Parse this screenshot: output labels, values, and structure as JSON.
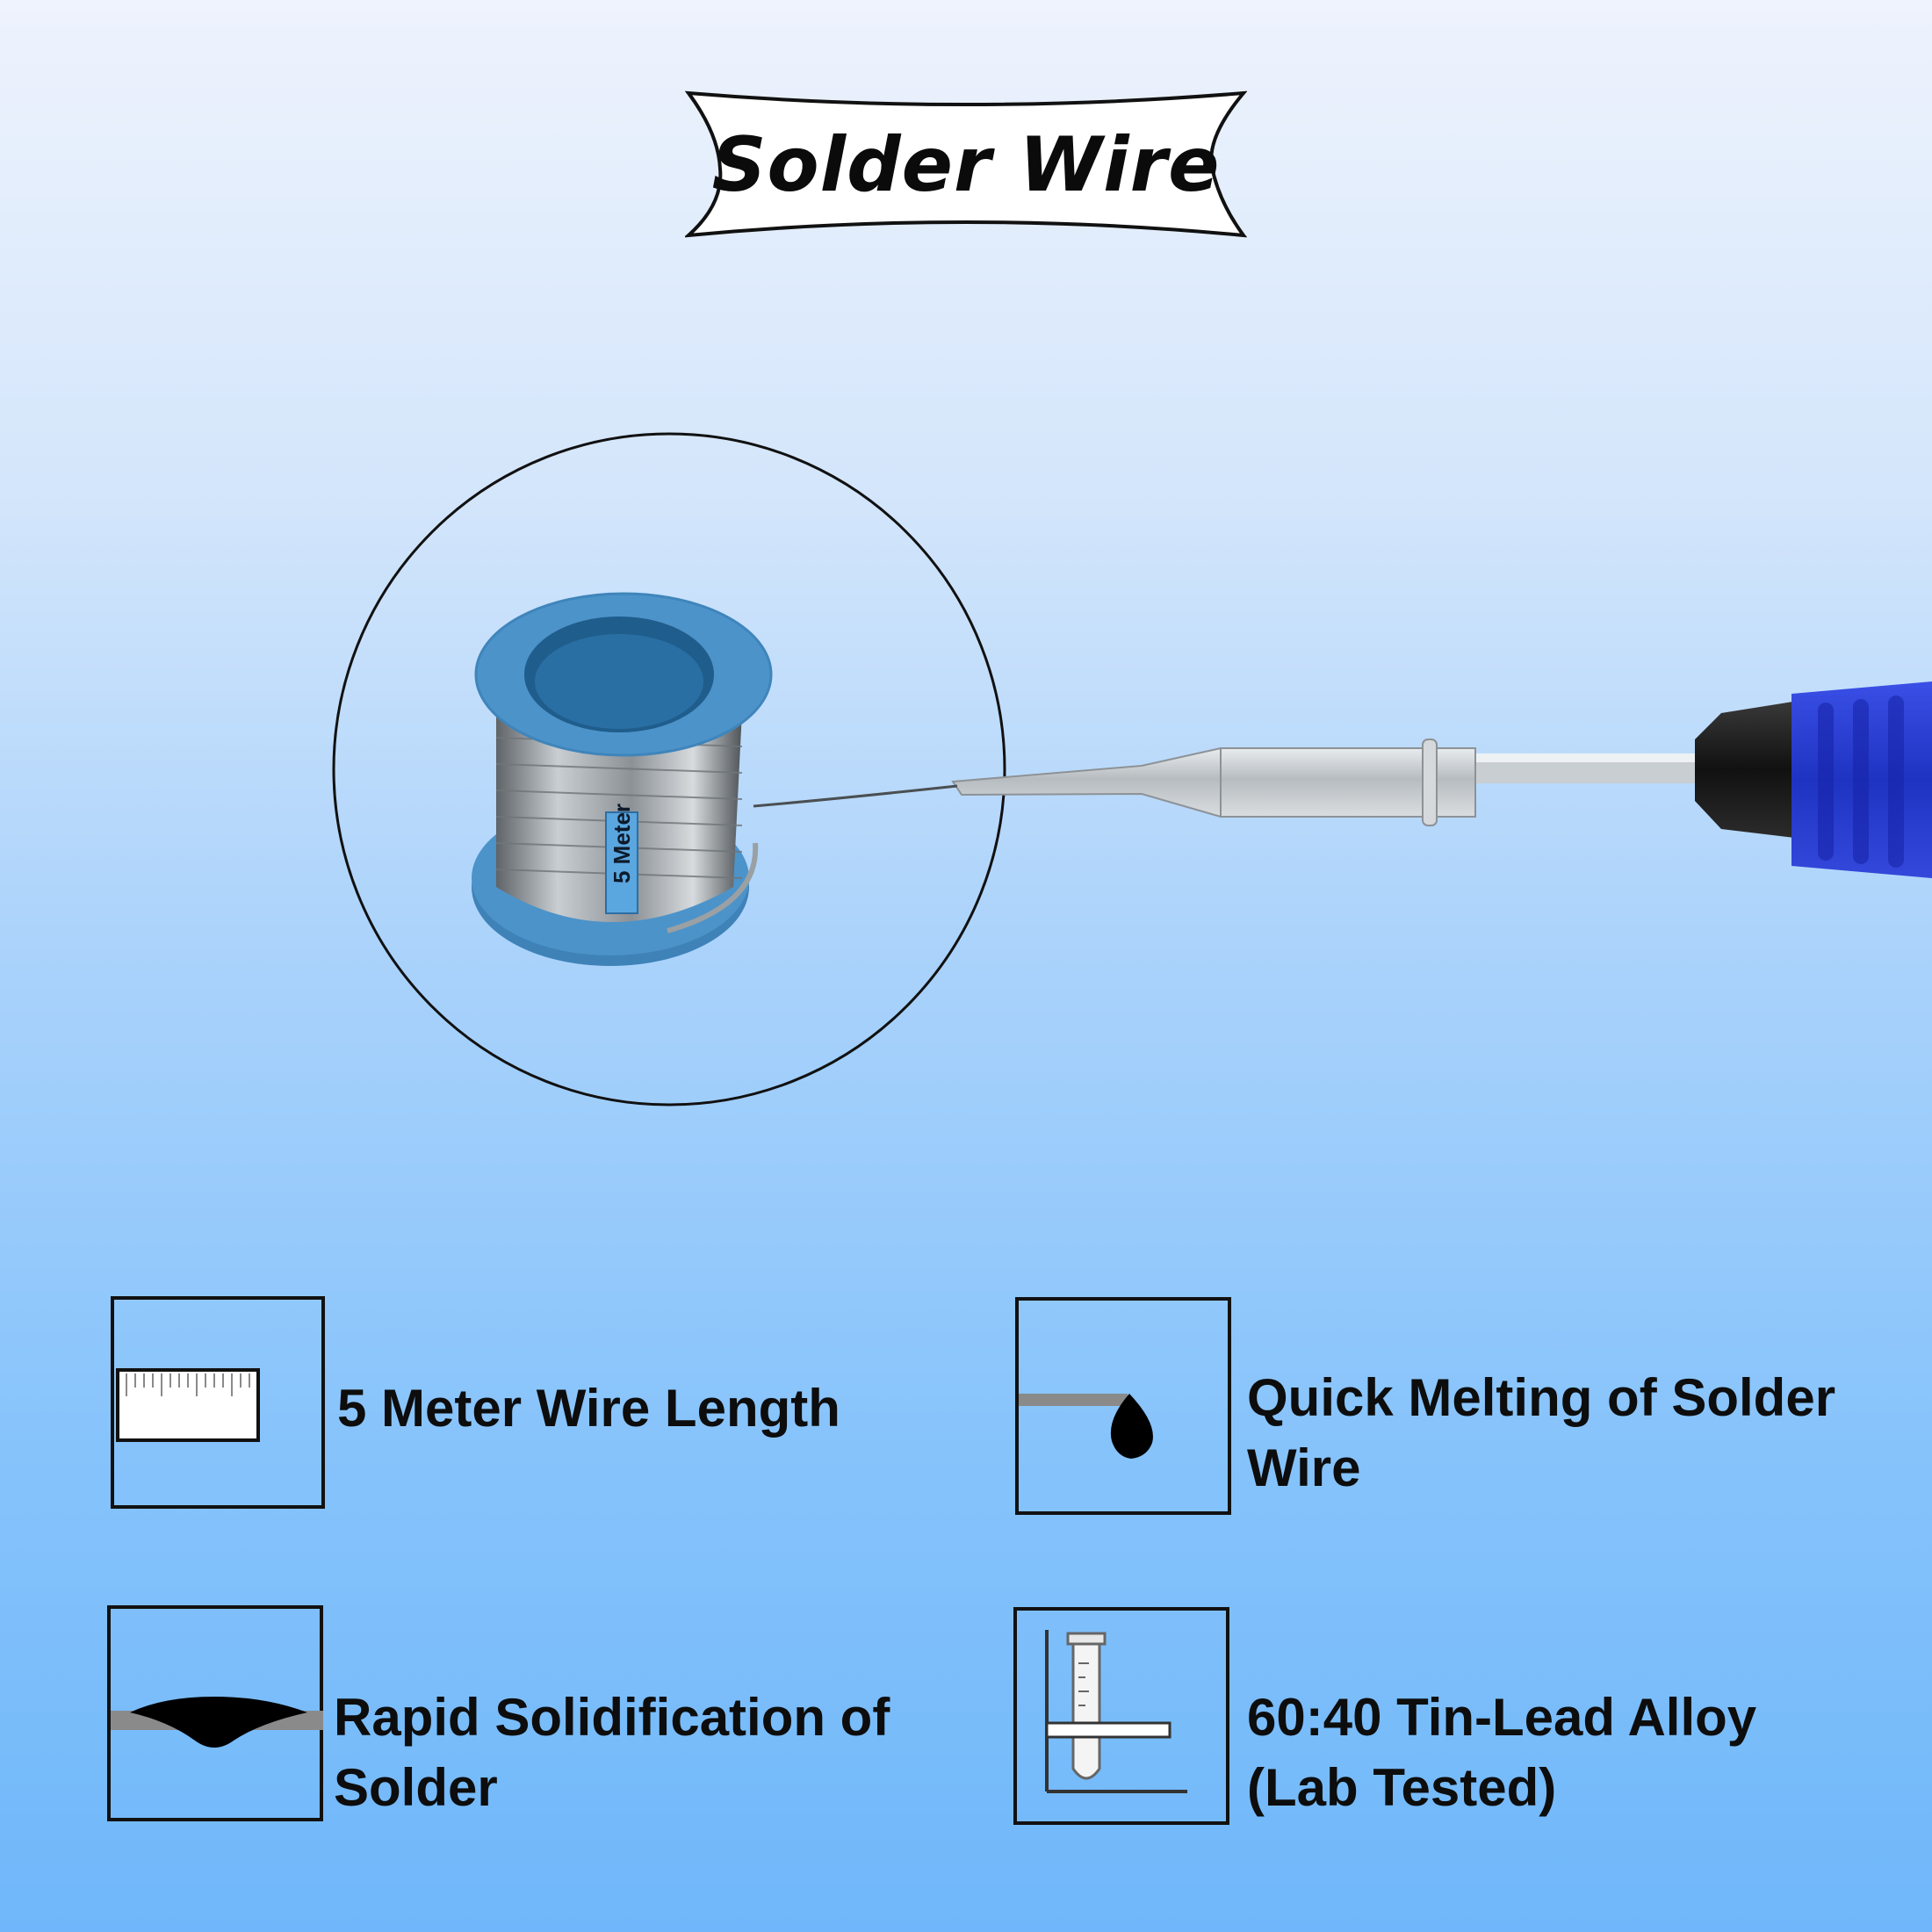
{
  "header": {
    "title": "Solder Wire"
  },
  "product": {
    "spool_label": "5 Meter"
  },
  "features": [
    {
      "text": "5 Meter Wire Length",
      "icon": "ruler-icon"
    },
    {
      "text": "Quick Melting of Solder Wire",
      "icon": "droplet-icon"
    },
    {
      "text": "Rapid Solidification of Solder",
      "icon": "solder-joint-icon"
    },
    {
      "text": "60:40 Tin-Lead Alloy (Lab Tested)",
      "icon": "test-tube-icon"
    }
  ],
  "colors": {
    "background_top": "#eef3fd",
    "background_bottom": "#6fb7fa",
    "spool_blue": "#4c93c9",
    "iron_handle_blue": "#2a3fd6",
    "outline": "#111111"
  }
}
